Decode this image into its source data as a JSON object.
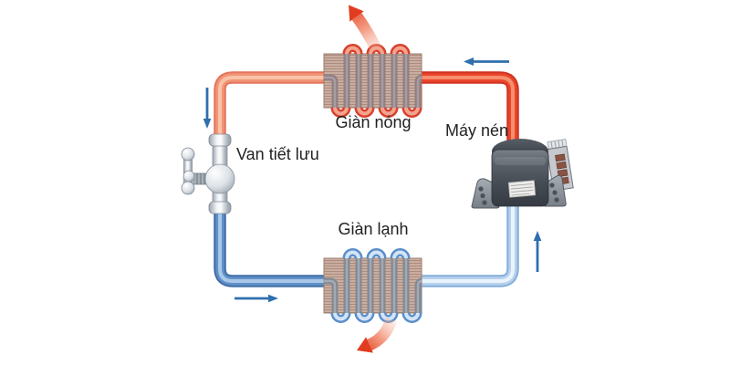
{
  "diagram": {
    "type": "refrigeration-cycle-schematic",
    "background": "#ffffff",
    "labels": {
      "condenser": "Giàn nóng",
      "compressor": "Máy nén",
      "expansion_valve": "Van tiết lưu",
      "evaporator": "Giàn lạnh"
    },
    "components": [
      {
        "name": "condenser-coil",
        "label": "Giàn nóng",
        "position": "top-center"
      },
      {
        "name": "compressor",
        "label": "Máy nén",
        "position": "right"
      },
      {
        "name": "expansion-valve",
        "label": "Van tiết lưu",
        "position": "left"
      },
      {
        "name": "evaporator-coil",
        "label": "Giàn lạnh",
        "position": "bottom-center"
      }
    ],
    "colors": {
      "hot_gas_pipe": "#ea452c",
      "warm_liquid_pipe": "#f19376",
      "cold_liquid_pipe": "#6090c8",
      "cold_vapor_pipe": "#b7d1ec",
      "flow_arrow": "#2e6fae",
      "heat_arrow": "#e23c20",
      "fin_box": "#cbafa2",
      "metal": "#c6ccd3"
    },
    "flow_arrows": [
      {
        "name": "top-flow-arrow",
        "direction": "left"
      },
      {
        "name": "left-flow-arrow",
        "direction": "down"
      },
      {
        "name": "bottom-flow-arrow",
        "direction": "right"
      },
      {
        "name": "right-flow-arrow",
        "direction": "up"
      }
    ],
    "heat_arrows": [
      {
        "name": "condenser-heat-out-arrow",
        "direction": "up"
      },
      {
        "name": "evaporator-heat-in-arrow",
        "direction": "down"
      }
    ]
  }
}
